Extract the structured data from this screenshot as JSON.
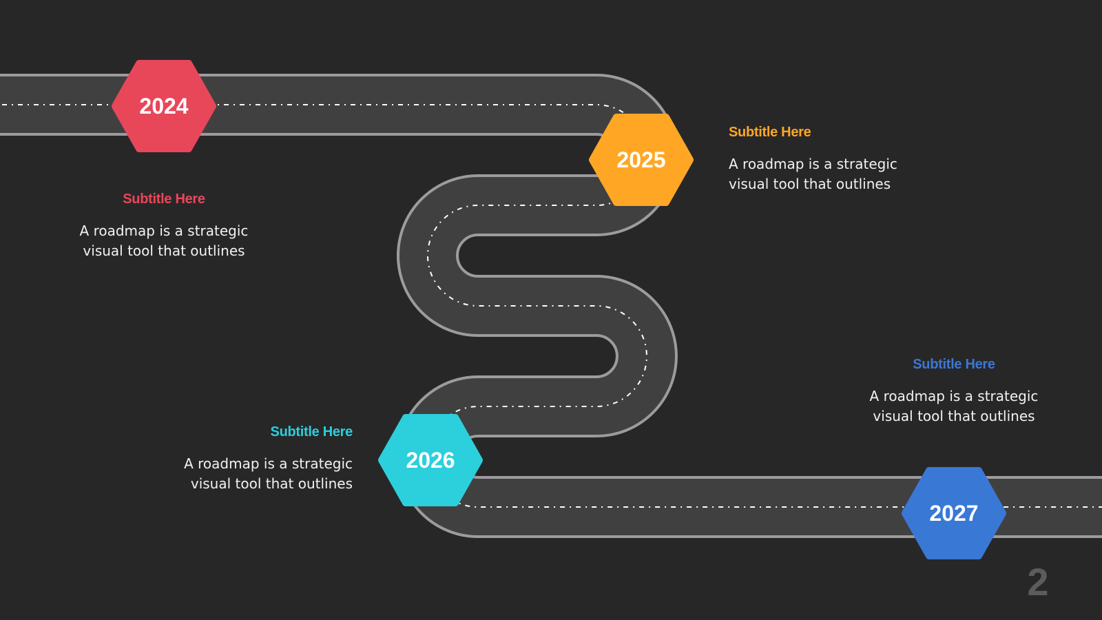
{
  "milestones": [
    {
      "year": "2024",
      "color": "#e8475a",
      "subtitle": "Subtitle Here",
      "description": "A roadmap is a strategic\nvisual tool that outlines"
    },
    {
      "year": "2025",
      "color": "#ffa725",
      "subtitle": "Subtitle Here",
      "description": "A roadmap is a strategic\nvisual tool that outlines"
    },
    {
      "year": "2026",
      "color": "#2ccfdc",
      "subtitle": "Subtitle Here",
      "description": "A roadmap is a strategic\nvisual tool that outlines"
    },
    {
      "year": "2027",
      "color": "#3a78d6",
      "subtitle": "Subtitle Here",
      "description": "A roadmap is a strategic\nvisual tool that outlines"
    }
  ],
  "colors": {
    "background": "#282728",
    "road_fill": "#414041",
    "road_edge": "#9d9b9d",
    "road_center_line": "#ffffff",
    "page_number": "#5c5c5e"
  },
  "page_number": "2"
}
